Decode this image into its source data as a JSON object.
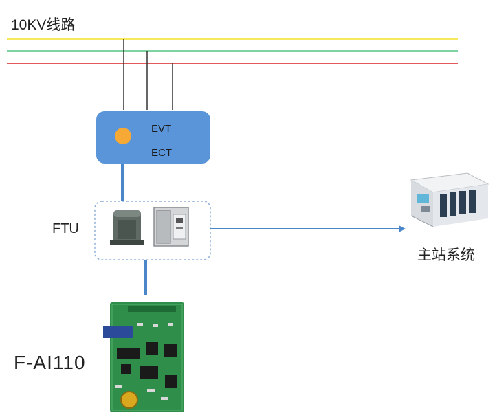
{
  "title": "10KV线路",
  "sensor": {
    "evt_label": "EVT",
    "ect_label": "ECT"
  },
  "ftu_label": "FTU",
  "master_station_label": "主站系统",
  "board_label": "F-AI110",
  "colors": {
    "line_yellow": "#f5e85a",
    "line_green": "#7fd3a2",
    "line_red": "#e05a5a",
    "sensor_box": "#5b95d9",
    "sensor_dot": "#f7a935",
    "link": "#4a86c8",
    "ftu_border": "#8fb0d8",
    "pcb": "#2f8f4a"
  }
}
